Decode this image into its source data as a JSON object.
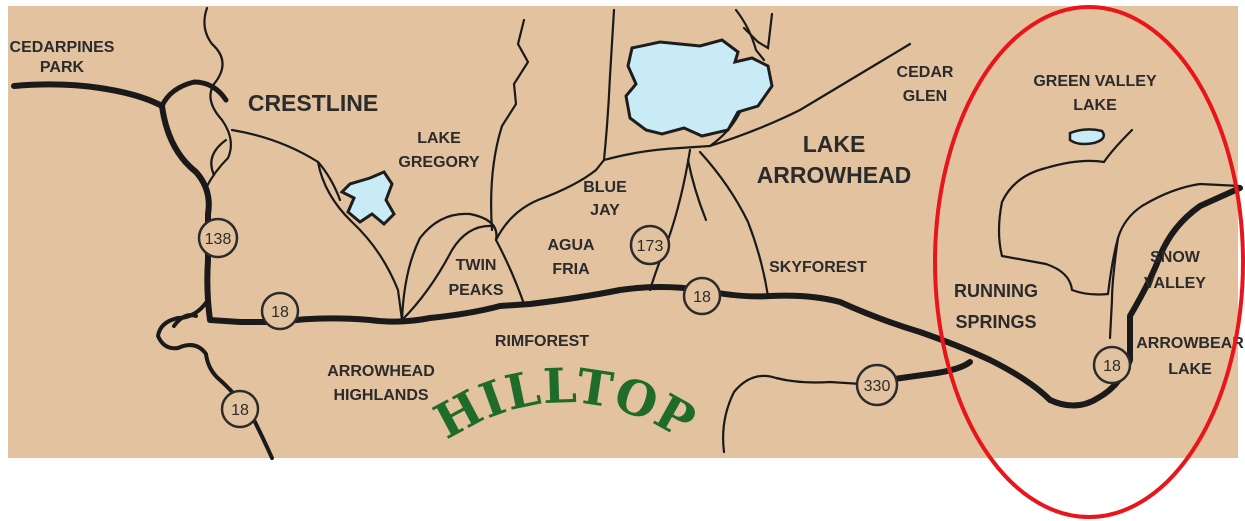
{
  "map": {
    "colors": {
      "land": "#e3c29f",
      "water": "#c9ebf5",
      "water_outline": "#1d1d1d",
      "road": "#1a1a1a",
      "shield_fill": "#e3c29f",
      "highlight": "#e8151b",
      "brand": "#1f6b2a",
      "background": "#ffffff"
    },
    "title_text": "HILLTOP",
    "places": {
      "cedarpines_park": [
        "CEDARPINES",
        "PARK"
      ],
      "crestline": [
        "CRESTLINE"
      ],
      "lake_gregory": [
        "LAKE",
        "GREGORY"
      ],
      "blue_jay": [
        "BLUE",
        "JAY"
      ],
      "lake_arrowhead": [
        "LAKE",
        "ARROWHEAD"
      ],
      "cedar_glen": [
        "CEDAR",
        "GLEN"
      ],
      "green_valley_lake": [
        "GREEN VALLEY",
        "LAKE"
      ],
      "twin_peaks": [
        "TWIN",
        "PEAKS"
      ],
      "agua_fria": [
        "AGUA",
        "FRIA"
      ],
      "skyforest": [
        "SKYFOREST"
      ],
      "rimforest": [
        "RIMFOREST"
      ],
      "arrowhead_highlands": [
        "ARROWHEAD",
        "HIGHLANDS"
      ],
      "running_springs": [
        "RUNNING",
        "SPRINGS"
      ],
      "snow_valley": [
        "SNOW",
        "VALLEY"
      ],
      "arrowbear_lake": [
        "ARROWBEAR",
        "LAKE"
      ]
    },
    "highways": {
      "hwy_138": "138",
      "hwy_18_west": "18",
      "hwy_18_southwest": "18",
      "hwy_173": "173",
      "hwy_18_center": "18",
      "hwy_330": "330",
      "hwy_18_east": "18"
    },
    "highlight": {
      "shape": "ellipse",
      "marks": "RUNNING SPRINGS area"
    }
  }
}
